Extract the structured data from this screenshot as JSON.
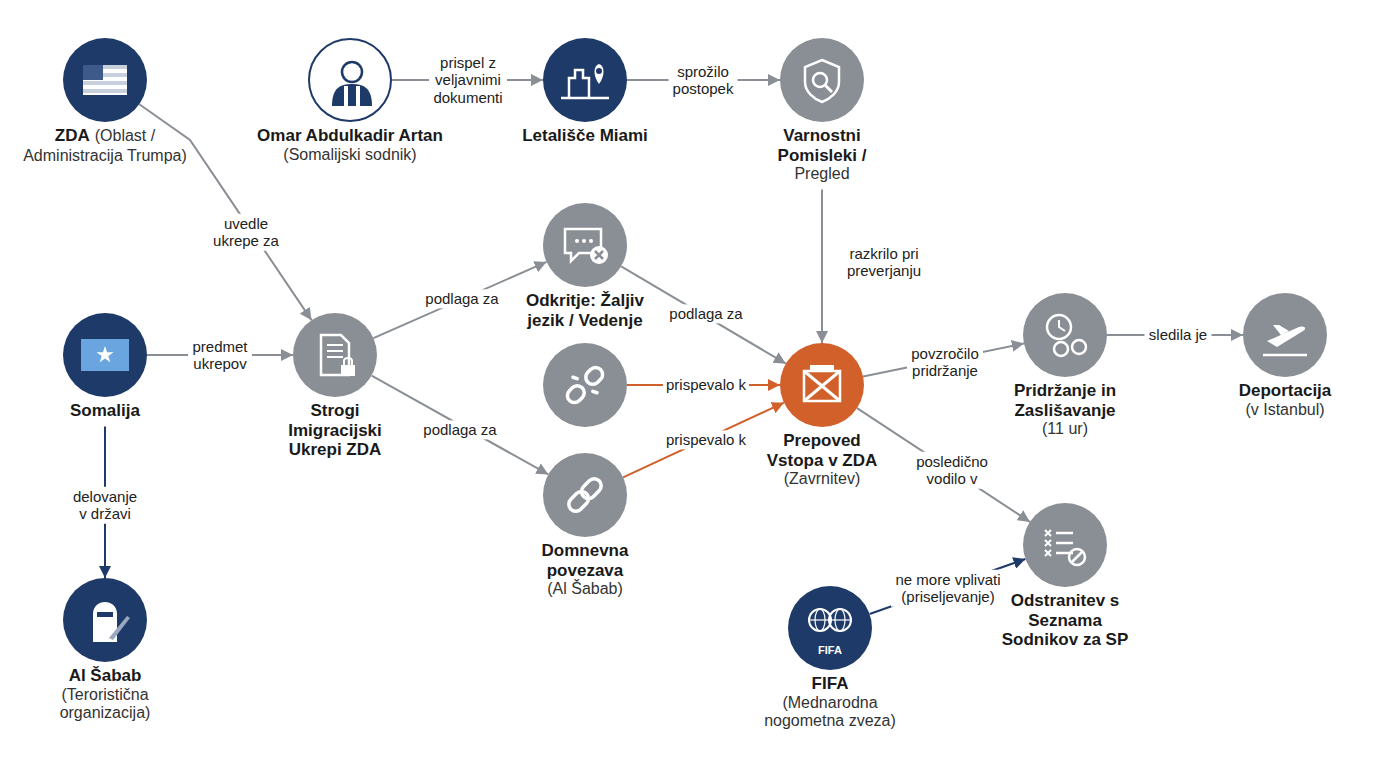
{
  "diagram": {
    "nodes": [
      {
        "text": [
          "ZDA",
          "(Oblast / Administracija Trumpa)"
        ]
      },
      {
        "text": [
          "Omar Abdulkadir Artan",
          "(Somalijski sodnik)"
        ]
      },
      {
        "text": [
          "Letališče Miami"
        ]
      },
      {
        "text": [
          "Varnostni Pomisleki /",
          "Pregled"
        ]
      },
      {
        "text": [
          "Somalija"
        ]
      },
      {
        "text": [
          "Strogi Imigracijski Ukrepi ZDA"
        ]
      },
      {
        "text": [
          "Odkritje: Žaljiv jezik / Vedenje"
        ]
      },
      {
        "text": [
          "Domnevna povezava",
          "(Al Šabab)"
        ]
      },
      {
        "text": [
          "Prepoved Vstopa v ZDA",
          "(Zavrnitev)"
        ]
      },
      {
        "text": [
          "Pridržanje in Zaslišavanje",
          "(11 ur)"
        ]
      },
      {
        "text": [
          "Deportacija",
          "(v Istanbul)"
        ]
      },
      {
        "text": [
          "Al Šabab",
          "(Teroristična organizacija)"
        ]
      },
      {
        "text": [
          "FIFA",
          "FIFA",
          "(Mednarodna nogometna zveza)"
        ]
      },
      {
        "text": [
          "Odstranitev s Seznama Sodnikov za SP"
        ]
      }
    ],
    "edges": [
      {
        "from": 0,
        "to": 5,
        "label": "uvedle ukrepe za",
        "arrow": "to"
      },
      {
        "from": 1,
        "to": 2,
        "label": "prispel z veljavnimi dokumenti",
        "arrow": "to"
      },
      {
        "from": 2,
        "to": 3,
        "label": "sprožilo postopek",
        "arrow": "to"
      },
      {
        "from": 3,
        "to": 8,
        "label": "razkrilo pri preverjanju",
        "arrow": "to"
      },
      {
        "from": 4,
        "to": 5,
        "label": "predmet ukrepov",
        "arrow": "to"
      },
      {
        "from": 4,
        "to": 11,
        "label": "delovanje v državi",
        "arrow": "to"
      },
      {
        "from": 5,
        "to": 6,
        "label": "podlaga za",
        "arrow": "to"
      },
      {
        "from": 5,
        "to": 7,
        "label": "podlaga za",
        "arrow": "to"
      },
      {
        "from": 6,
        "to": 8,
        "label": "podlaga za",
        "arrow": "to"
      },
      {
        "from": 7,
        "to": 8,
        "label": "prispevalo k",
        "arrow": "to"
      },
      {
        "from": 8,
        "to": 9,
        "label": "povzročilo pridržanje",
        "arrow": "to"
      },
      {
        "from": 9,
        "to": 10,
        "label": "sledila je",
        "arrow": "to"
      },
      {
        "from": 8,
        "to": 13,
        "label": "posledično vodilo v",
        "arrow": "to"
      },
      {
        "from": 12,
        "to": 13,
        "label": "ne more vplivati (priseljevanje)",
        "arrow": "to"
      }
    ],
    "labels": [
      "prispevalo k"
    ]
  }
}
